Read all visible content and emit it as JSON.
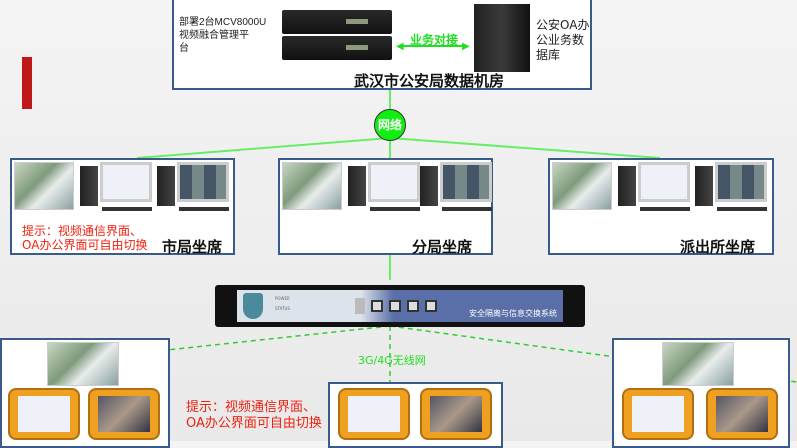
{
  "datacenter": {
    "title": "武汉市公安局数据机房",
    "platform_label": [
      "部署2台MCV8000U",
      "视频融合管理平",
      "台"
    ],
    "oa_label": [
      "公安OA办",
      "公业务数",
      "据库"
    ],
    "link_label": "业务对接"
  },
  "network_node": "网络",
  "seats": [
    {
      "label": "市局坐席"
    },
    {
      "label": "分局坐席"
    },
    {
      "label": "派出所坐席"
    }
  ],
  "hint": [
    "提示：视频通信界面、",
    "OA办公界面可自由切换"
  ],
  "gateway": {
    "label": "安全隔离与信息交换系统",
    "led_power": "POWER",
    "led_status": "STATUS"
  },
  "wireless_label": "3G/4G无线网",
  "colors": {
    "border": "#3a5a8a",
    "green": "#22dd22",
    "red": "#e21111"
  }
}
